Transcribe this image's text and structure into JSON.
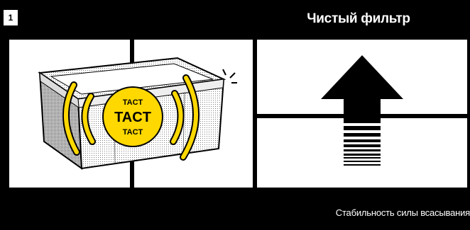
{
  "step_number": "1",
  "header": {
    "title": "Чистый фильтр"
  },
  "badge": {
    "lines": [
      "TACT",
      "TACT",
      "TACT"
    ]
  },
  "footer": {
    "caption": "Стабильность силы всасывания"
  },
  "colors": {
    "background": "#000000",
    "panel": "#ffffff",
    "accent_yellow": "#ffd800"
  },
  "icons": [
    "filter-box-icon",
    "vibration-waves-icon",
    "sparkle-icon",
    "up-arrow-icon"
  ]
}
